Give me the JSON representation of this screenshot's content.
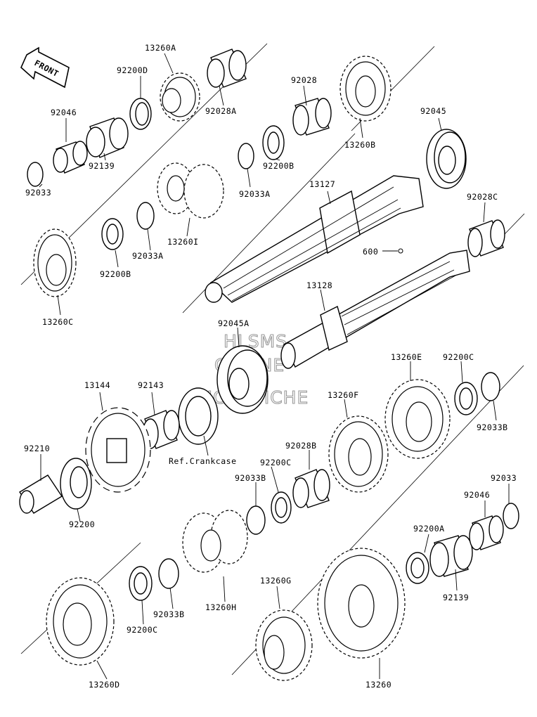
{
  "front_label": "FRONT",
  "watermark": [
    "HLSMS",
    "ONLINE",
    "MICROFICHE"
  ],
  "labels": {
    "p13260A": "13260A",
    "p92200D": "92200D",
    "p92028A": "92028A",
    "p92028": "92028",
    "p92046_top": "92046",
    "p92139_top": "92139",
    "p92033_top": "92033",
    "p13260B": "13260B",
    "p92045": "92045",
    "p92200B_mid": "92200B",
    "p92033A_mid": "92033A",
    "p13127": "13127",
    "p13260I": "13260I",
    "p92200B_left": "92200B",
    "p92033A_left": "92033A",
    "p92028C": "92028C",
    "p600": "600",
    "p13260C": "13260C",
    "p13128": "13128",
    "p92045A": "92045A",
    "p13144": "13144",
    "p92143": "92143",
    "p13260E": "13260E",
    "p92200C_right": "92200C",
    "p92033B_right": "92033B",
    "p13260F": "13260F",
    "p92210": "92210",
    "ref_crankcase": "Ref.Crankcase",
    "p92028B": "92028B",
    "p92200C_mid": "92200C",
    "p92033B_mid": "92033B",
    "p92200": "92200",
    "p92033_right": "92033",
    "p92046_right": "92046",
    "p92200A": "92200A",
    "p92139_right": "92139",
    "p13260G": "13260G",
    "p13260H": "13260H",
    "p92033B_low": "92033B",
    "p92200C_low": "92200C",
    "p13260D": "13260D",
    "p13260": "13260"
  }
}
